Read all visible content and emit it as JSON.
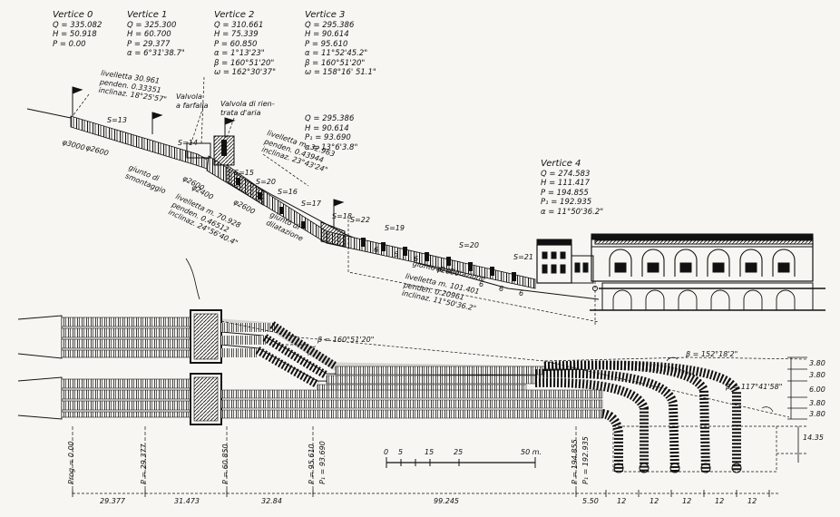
{
  "vertices": [
    {
      "name": "Vertice 0",
      "lines": [
        "Q = 335.082",
        "H = 50.918",
        "P = 0.00"
      ]
    },
    {
      "name": "Vertice 1",
      "lines": [
        "Q = 325.300",
        "H = 60.700",
        "P = 29.377",
        "α = 6°31'38.7\""
      ]
    },
    {
      "name": "Vertice 2",
      "lines": [
        "Q = 310.661",
        "H = 75.339",
        "P = 60.850",
        "α = 1°13'23\"",
        "β = 160°51'20\"",
        "ω = 162°30'37\""
      ]
    },
    {
      "name": "Vertice 3",
      "lines": [
        "Q = 295.386",
        "H = 90.614",
        "P = 95.610",
        "α = 11°52'45.2\"",
        "β = 160°51'20\"",
        "ω = 158°16' 51.1\""
      ]
    },
    {
      "name": "",
      "lines": [
        "Q = 295.386",
        "H = 90.614",
        "P₁ = 93.690",
        "α = 13°6'3.8\""
      ]
    },
    {
      "name": "Vertice 4",
      "lines": [
        "Q = 274.583",
        "H = 111.417",
        "P = 194.855",
        "P₁ = 192.935",
        "α = 11°50'36.2\""
      ]
    }
  ],
  "labels": {
    "livelletta1": [
      "livelletta 30.961",
      "penden. 0.33351",
      "inclinaz. 18°25'57\""
    ],
    "valvola_farfalla": [
      "Valvola",
      "a farfalla"
    ],
    "valvola_rientrata": [
      "Valvola di rien-",
      "trata d'aria"
    ],
    "livelletta2": [
      "livelletta m. 32.963",
      "penden. 0.43944",
      "inclinaz. 23°43'24\""
    ],
    "livelletta3": [
      "livelletta m. 70.928",
      "penden. 0.46512",
      "inclinaz. 24°56'40.4\""
    ],
    "livelletta4": [
      "livelletta m. 101.401",
      "penden. 0.20961",
      "inclinaz. 11°50'36.2\""
    ],
    "giunto_smontaggio": [
      "giunto di",
      "smontaggio"
    ],
    "giunto_dilatazione1": [
      "giunto di",
      "dilatazione"
    ],
    "giunto_dilatazione2": "giunto di dilatazione",
    "diam_3000": "φ3000",
    "diam_2600a": "φ2600",
    "diam_2600b": "φ2600",
    "diam_2400": "φ2400",
    "diam_2600c": "φ2600",
    "diam_2600d": "φ2600",
    "s13": "S=13",
    "s14": "S=14",
    "s15": "S=15",
    "s20a": "S=20",
    "s16": "S=16",
    "s17": "S=17",
    "s18": "S=18",
    "s22": "S=22",
    "s19": "S=19",
    "s20b": "S=20",
    "s21": "S=21",
    "six": "6",
    "beta1": "β = 160°51'20\"",
    "beta2": "β = 152°18'2\"",
    "beta3": "β = 117°41'58\""
  },
  "right_dims": [
    "3.80",
    "3.80",
    "6.00",
    "3.80",
    "3.80"
  ],
  "side_dim": "14.35",
  "scale_bar": {
    "ticks": [
      "0",
      "5",
      "15",
      "25"
    ],
    "end": "50 m."
  },
  "profile_marks": [
    "Prog = 0.00",
    "P = 29.377",
    "P = 60.850",
    "P = 95.610",
    "P₁ = 93.690",
    "P = 194.855",
    "P₁ = 192.935"
  ],
  "bottom_dims": [
    "29.377",
    "31.473",
    "32.84",
    "99.245",
    "5.50",
    "12",
    "12",
    "12",
    "12",
    "12"
  ]
}
